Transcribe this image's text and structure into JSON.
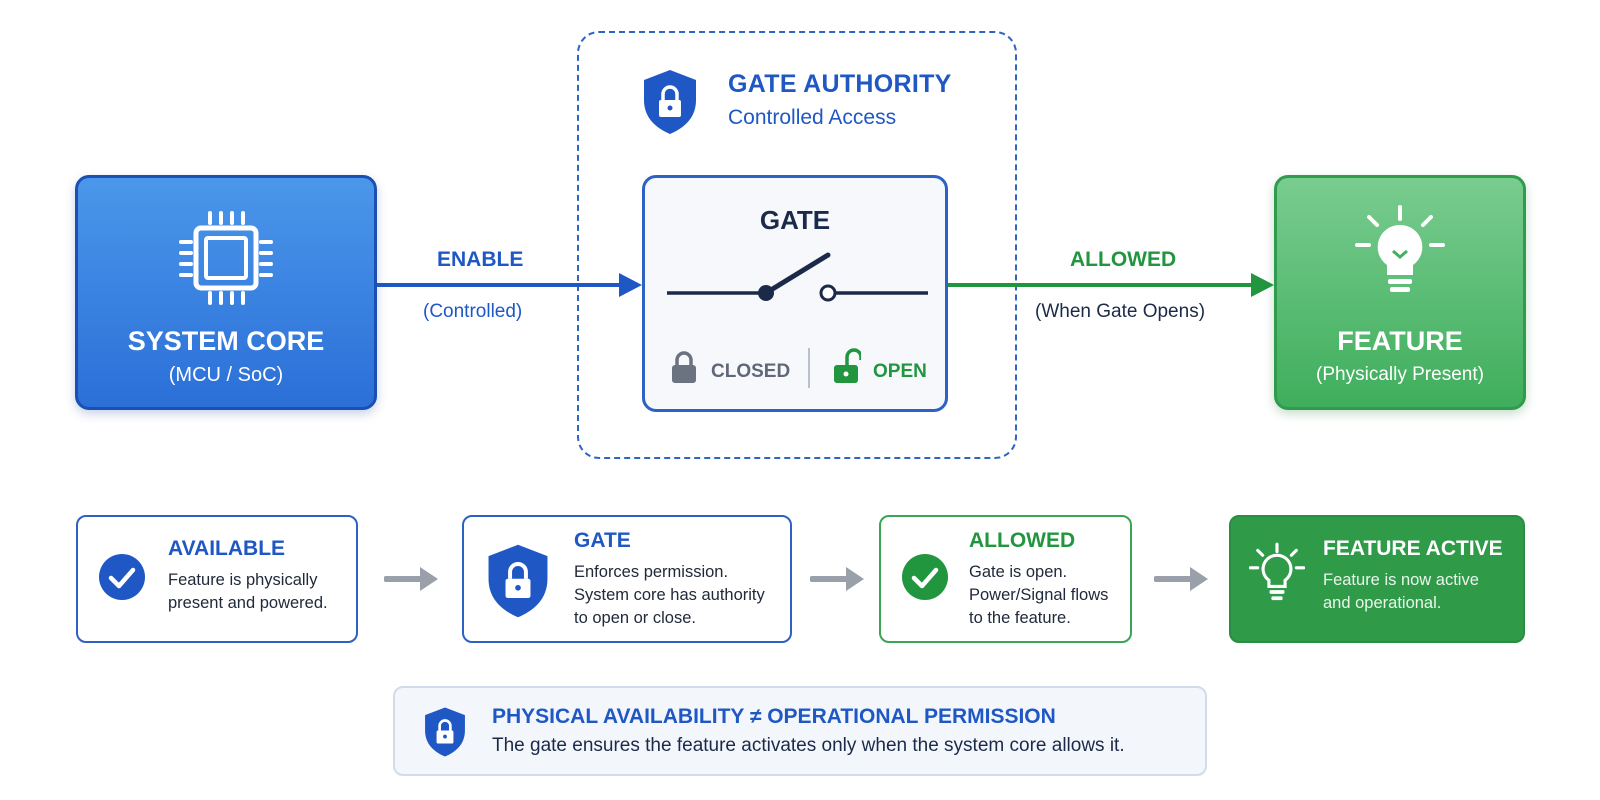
{
  "authority": {
    "title": "GATE AUTHORITY",
    "subtitle": "Controlled Access"
  },
  "system_core": {
    "title": "SYSTEM CORE",
    "subtitle": "(MCU / SoC)"
  },
  "gate": {
    "title": "GATE",
    "closed_label": "CLOSED",
    "open_label": "OPEN"
  },
  "feature": {
    "title": "FEATURE",
    "subtitle": "(Physically Present)"
  },
  "enable_arrow": {
    "label": "ENABLE",
    "sub": "(Controlled)"
  },
  "allowed_arrow": {
    "label": "ALLOWED",
    "sub": "(When Gate Opens)"
  },
  "steps": [
    {
      "title": "AVAILABLE",
      "text": "Feature is physically\npresent and powered."
    },
    {
      "title": "GATE",
      "text": "Enforces permission.\nSystem core has authority\nto open or close."
    },
    {
      "title": "ALLOWED",
      "text": "Gate is open.\nPower/Signal flows\nto the feature."
    },
    {
      "title": "FEATURE ACTIVE",
      "text": "Feature is now active\nand operational."
    }
  ],
  "note": {
    "title": "PHYSICAL AVAILABILITY ≠ OPERATIONAL PERMISSION",
    "text": "The gate ensures the feature activates only when the system core allows it."
  },
  "colors": {
    "blue": "#1f58c4",
    "green": "#22953f",
    "dark": "#1c2a4a",
    "gray": "#9aa0aa"
  },
  "icons": [
    "shield-lock-icon",
    "chip-icon",
    "switch-icon",
    "lock-closed-icon",
    "lock-open-icon",
    "lightbulb-icon",
    "check-circle-icon",
    "arrow-right-icon"
  ]
}
